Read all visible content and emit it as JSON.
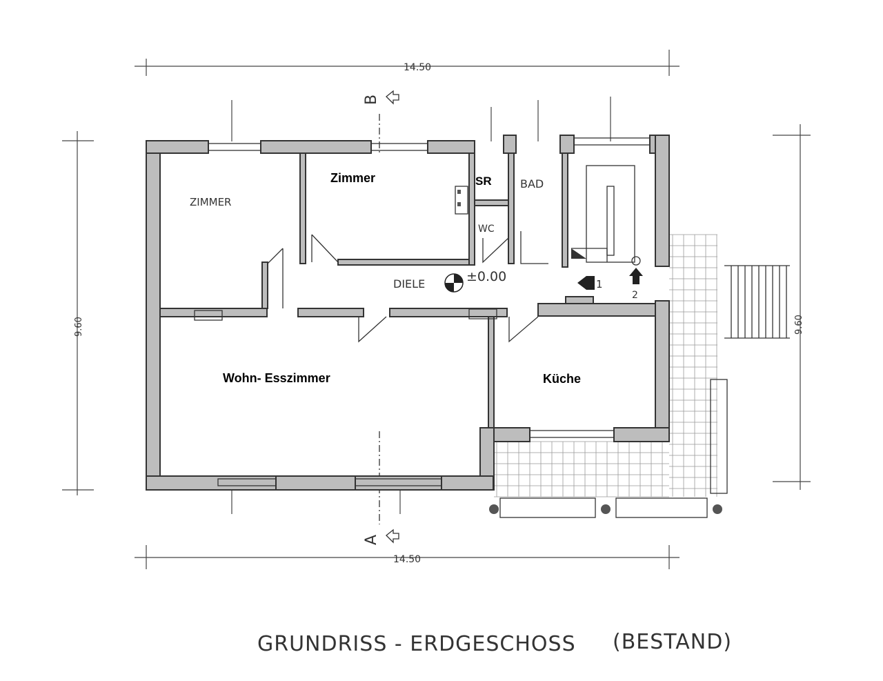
{
  "dimensions": {
    "top": "14.50",
    "bottom": "14.50",
    "left": "9.60",
    "right": "9.60"
  },
  "section_markers": {
    "top": "B",
    "bottom": "A"
  },
  "rooms": {
    "zimmer_left": "ZIMMER",
    "zimmer_top": "Zimmer",
    "sr": "SR",
    "bad": "BAD",
    "wc": "WC",
    "diele": "DIELE",
    "wohn": "Wohn- Esszimmer",
    "kueche": "Küche"
  },
  "level": "±0.00",
  "stair_labels": {
    "one": "1",
    "two": "2"
  },
  "title": "GRUNDRISS - ERDGESCHOSS",
  "subtitle": "(BESTAND)"
}
